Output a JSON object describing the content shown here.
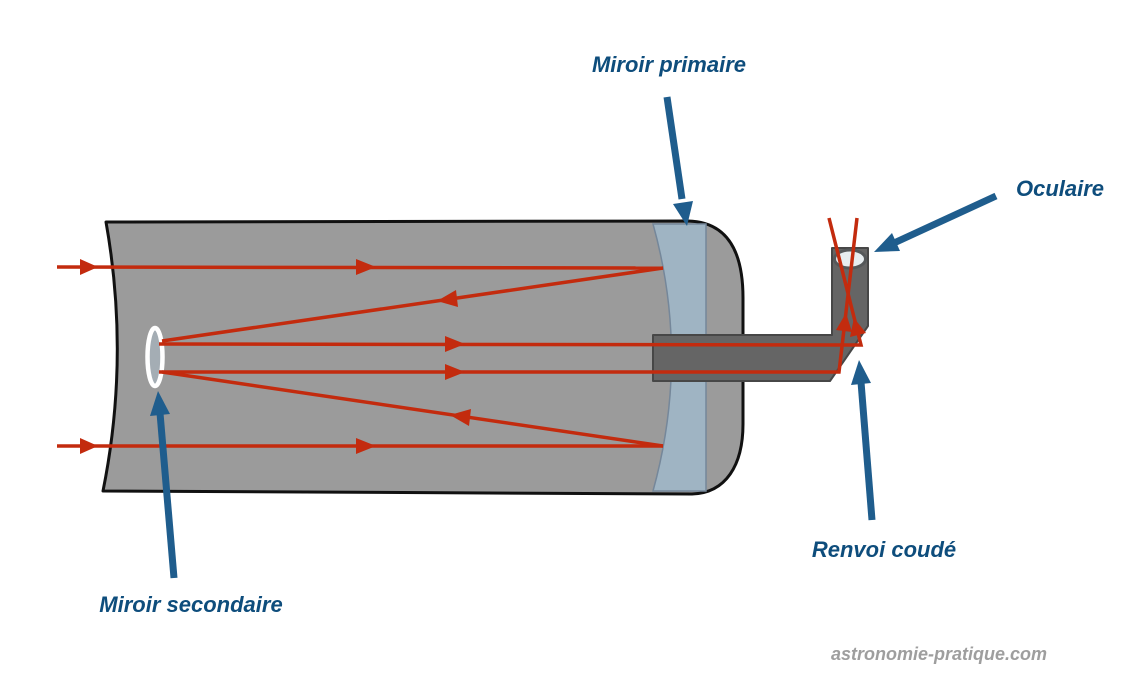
{
  "labels": {
    "primary_mirror": "Miroir primaire",
    "eyepiece": "Oculaire",
    "diagonal": "Renvoi coudé",
    "secondary_mirror": "Miroir secondaire"
  },
  "watermark": "astronomie-pratique.com",
  "colors": {
    "ray_red": "#c32b0e",
    "arrow_blue": "#1f5d8d",
    "label_blue": "#0e4d7c",
    "tube_gray": "#9b9b9b",
    "mirror_blue": "#9fb4c3",
    "dark_gray": "#656565",
    "watermark_gray": "#9e9e9e"
  }
}
